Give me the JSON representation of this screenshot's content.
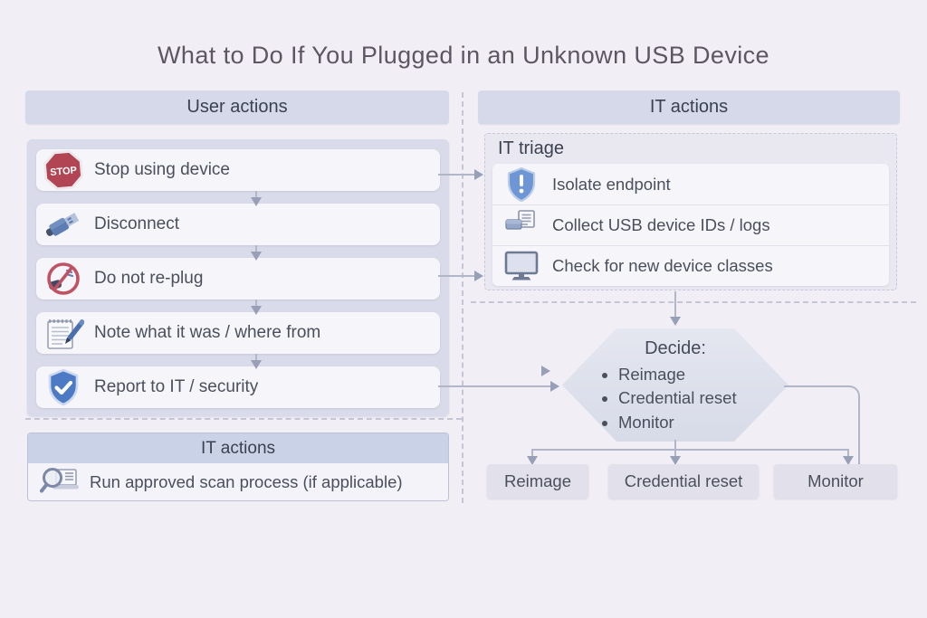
{
  "title": "What to Do If You Plugged in an Unknown USB Device",
  "headers": {
    "user": "User actions",
    "it": "IT actions"
  },
  "user_actions": {
    "items": [
      {
        "label": "Stop using device",
        "icon": "stop-sign-icon",
        "icon_text": "STOP"
      },
      {
        "label": "Disconnect",
        "icon": "usb-plug-icon"
      },
      {
        "label": "Do not re-plug",
        "icon": "no-replug-icon"
      },
      {
        "label": "Note what it was / where from",
        "icon": "notepad-pen-icon"
      },
      {
        "label": "Report to IT / security",
        "icon": "shield-check-icon"
      }
    ]
  },
  "left_it": {
    "header": "IT actions",
    "item": {
      "label": "Run approved scan process (if applicable)",
      "icon": "magnifier-document-icon"
    }
  },
  "triage": {
    "header": "IT triage",
    "items": [
      {
        "label": "Isolate endpoint",
        "icon": "shield-exclamation-icon"
      },
      {
        "label": "Collect USB device IDs / logs",
        "icon": "printer-icon"
      },
      {
        "label": "Check for new device classes",
        "icon": "monitor-icon"
      }
    ]
  },
  "decision": {
    "title": "Decide:",
    "options": [
      "Reimage",
      "Credential reset",
      "Monitor"
    ]
  },
  "outcomes": [
    "Reimage",
    "Credential reset",
    "Monitor"
  ],
  "colors": {
    "background": "#f1eef5",
    "header_bg": "#d5d9ea",
    "panel_bg": "#d9dbea",
    "row_bg": "#f6f5fa",
    "stop_red": "#b24553",
    "shield_blue": "#4c7ac4",
    "connector_grey": "#b1b6c9"
  }
}
